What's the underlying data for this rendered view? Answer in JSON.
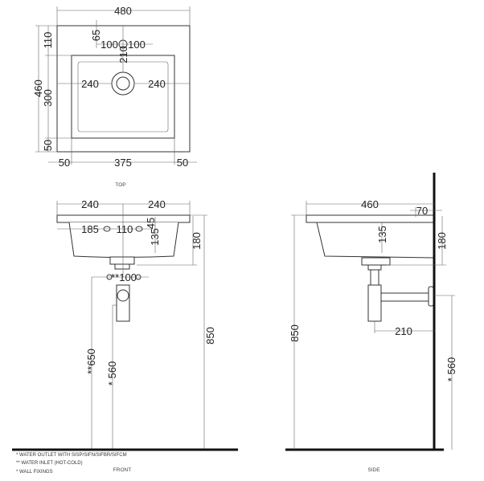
{
  "top_view": {
    "label": "TOP",
    "dims": {
      "width": "480",
      "back_margin": "110",
      "depth": "460",
      "basin_depth": "300",
      "front_margin": "50",
      "tap_offset": "65",
      "tap_left": "100",
      "tap_right": "100",
      "tap_to_drain": "210",
      "left_half": "240",
      "right_half": "240",
      "side_left": "50",
      "basin_width": "375",
      "side_right": "50"
    }
  },
  "front_view": {
    "label": "FRONT",
    "dims": {
      "left_half": "240",
      "right_half": "240",
      "fixing_offset": "185",
      "fixing_spacing": "110",
      "fixing_top": "45",
      "fixing_height": "135",
      "basin_height": "180",
      "inlet_spacing": "**100",
      "total_height": "850",
      "inlet_height": "**650",
      "outlet_height": "* 560"
    }
  },
  "side_view": {
    "label": "SIDE",
    "dims": {
      "depth": "460",
      "wall_gap": "70",
      "fixing_height": "135",
      "basin_height": "180",
      "total_height": "850",
      "trap_projection": "210",
      "outlet_height": "* 560"
    }
  },
  "notes": [
    "*  WATER OUTLET WITH SISP/SIFN/SIFBR/SIFCM",
    "** WATER INLET  (HOT-COLD)",
    "* WALL FIXINGS"
  ]
}
